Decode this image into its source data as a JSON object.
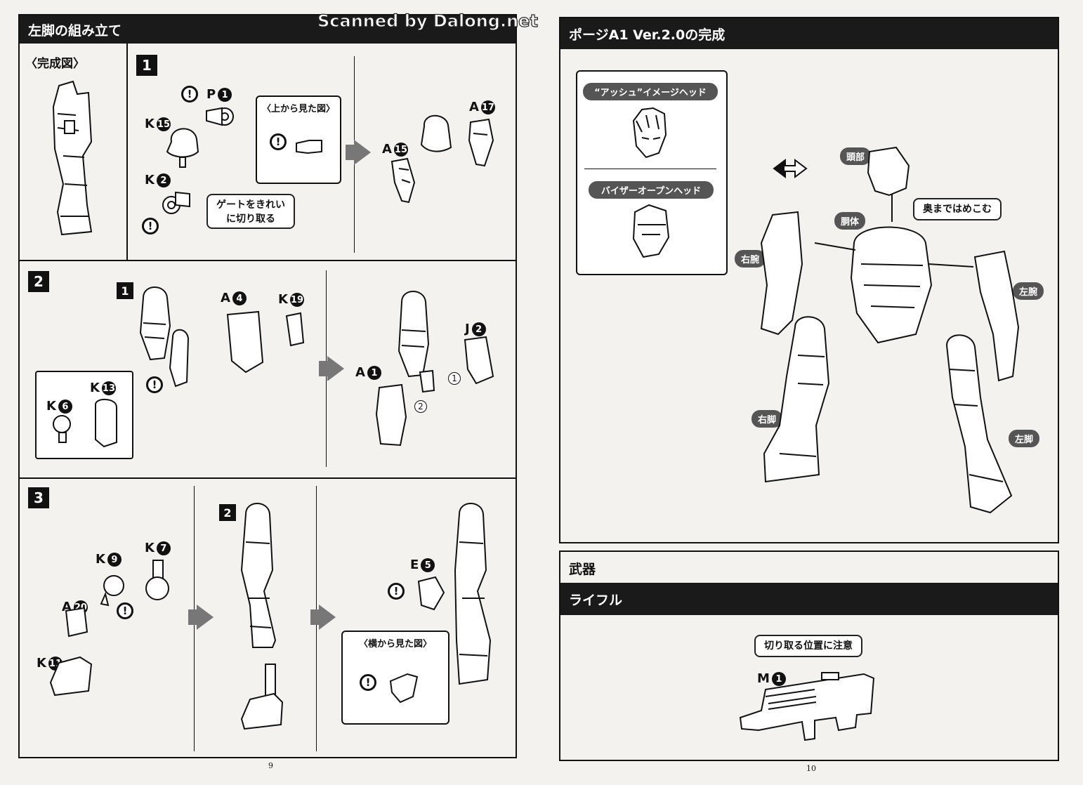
{
  "watermark": "Scanned by Dalong.net",
  "left_page": {
    "title": "左脚の組み立て",
    "finished_label": "〈完成図〉",
    "step1": {
      "number": "1",
      "view_label": "〈上から見た図〉",
      "gate_note_line1": "ゲートをきれい",
      "gate_note_line2": "に切り取る",
      "parts": [
        {
          "letter": "P",
          "num": "1"
        },
        {
          "letter": "K",
          "num": "15"
        },
        {
          "letter": "K",
          "num": "2"
        },
        {
          "letter": "A",
          "num": "15"
        },
        {
          "letter": "A",
          "num": "17"
        }
      ]
    },
    "step2": {
      "number": "2",
      "sub_number": "1",
      "parts": [
        {
          "letter": "A",
          "num": "4"
        },
        {
          "letter": "K",
          "num": "19"
        },
        {
          "letter": "K",
          "num": "13"
        },
        {
          "letter": "K",
          "num": "6"
        },
        {
          "letter": "J",
          "num": "2"
        },
        {
          "letter": "A",
          "num": "1"
        }
      ],
      "order1": "1",
      "order2": "2"
    },
    "step3": {
      "number": "3",
      "sub_number": "2",
      "side_view_label": "〈横から見た図〉",
      "parts": [
        {
          "letter": "K",
          "num": "9"
        },
        {
          "letter": "K",
          "num": "7"
        },
        {
          "letter": "A",
          "num": "20"
        },
        {
          "letter": "K",
          "num": "11"
        },
        {
          "letter": "E",
          "num": "5"
        }
      ]
    },
    "page_number": "9"
  },
  "right_page": {
    "title": "ポージA1 Ver.2.0の完成",
    "head_ash_label": "“アッシュ”イメージヘッド",
    "head_visor_label": "バイザーオープンヘッド",
    "labels": {
      "head": "頭部",
      "torso": "胴体",
      "right_arm": "右腕",
      "left_arm": "左腕",
      "right_leg": "右脚",
      "left_leg": "左脚",
      "push_in": "奥まではめこむ"
    },
    "weapons_title": "武器",
    "rifle_title": "ライフル",
    "cut_note": "切り取る位置に注意",
    "rifle_part": {
      "letter": "M",
      "num": "1"
    },
    "page_number": "10"
  }
}
